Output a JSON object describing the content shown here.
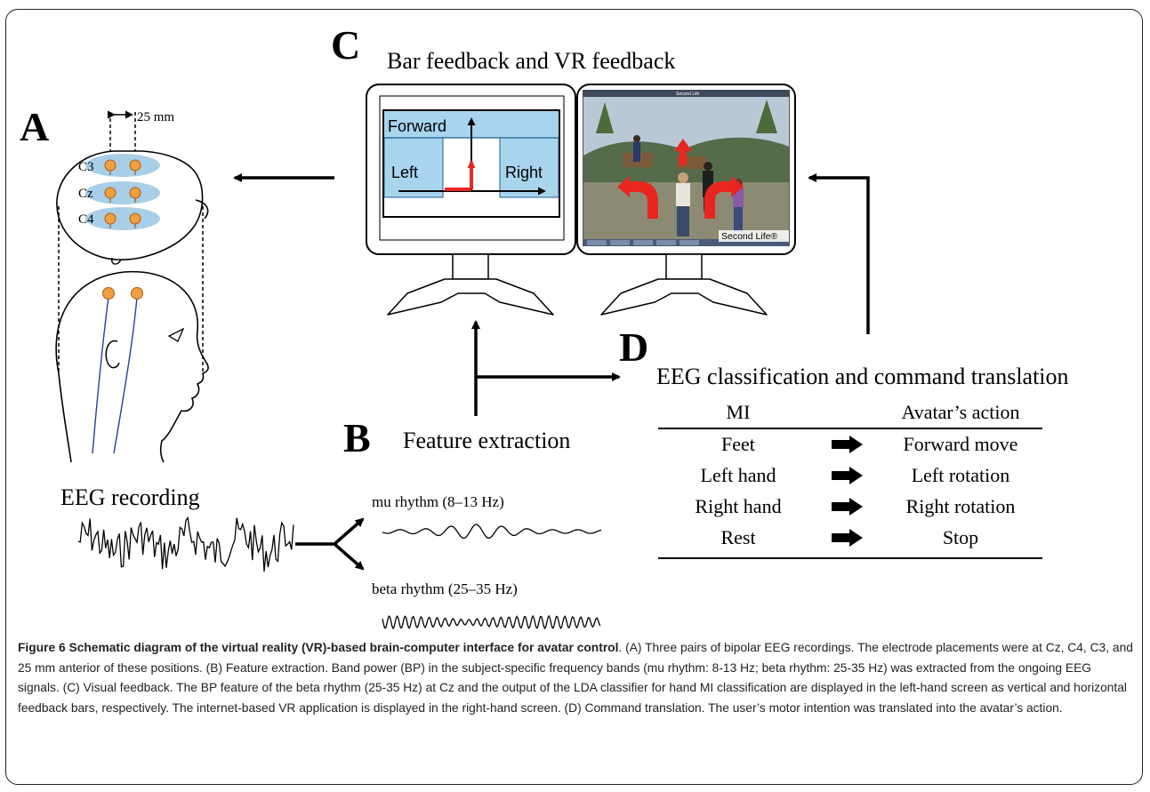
{
  "panel_letters": {
    "a": "A",
    "b": "B",
    "c": "C",
    "d": "D"
  },
  "panel_a": {
    "spacing": "25 mm",
    "electrodes": [
      "C3",
      "Cz",
      "C4"
    ]
  },
  "panel_c": {
    "title": "Bar feedback and VR feedback",
    "bar_screen": {
      "forward": "Forward",
      "left": "Left",
      "right": "Right"
    },
    "vr_screen": {
      "window_title": "Second Life",
      "watermark": "Second Life®"
    }
  },
  "panel_b": {
    "title": "Feature extraction",
    "recording_label": "EEG recording",
    "mu_label": "mu rhythm (8–13 Hz)",
    "beta_label": "beta rhythm (25–35 Hz)"
  },
  "panel_d": {
    "title": "EEG classification and command translation",
    "col_mi": "MI",
    "col_action": "Avatar’s action",
    "rows": [
      {
        "mi": "Feet",
        "action": "Forward move"
      },
      {
        "mi": "Left hand",
        "action": "Left rotation"
      },
      {
        "mi": "Right hand",
        "action": "Right rotation"
      },
      {
        "mi": "Rest",
        "action": "Stop"
      }
    ]
  },
  "caption": {
    "bold": "Figure 6 Schematic diagram of the virtual reality (VR)-based brain-computer interface for avatar control",
    "text": ". (A) Three pairs of bipolar EEG recordings. The electrode placements were at Cz, C4, C3, and 25 mm anterior of these positions. (B) Feature extraction. Band power (BP) in the subject-specific frequency bands (mu rhythm: 8-13 Hz; beta rhythm: 25-35 Hz) was extracted from the ongoing EEG signals. (C) Visual feedback. The BP feature of the beta rhythm (25-35 Hz) at Cz and the output of the LDA classifier for hand MI classification are displayed in the left-hand screen as vertical and horizontal feedback bars, respectively. The internet-based VR application is displayed in the right-hand screen. (D) Command translation. The user’s motor intention was translated into the avatar’s action."
  },
  "colors": {
    "electrode": "#f0a040",
    "electrode_ring": "#a85a18",
    "scalp_patch": "#a9cfe8",
    "bar_blue": "#a8d4ee",
    "feedback_red": "#e8261f",
    "vr_sky": "#b9c8d4",
    "vr_ground": "#8c8a72"
  }
}
